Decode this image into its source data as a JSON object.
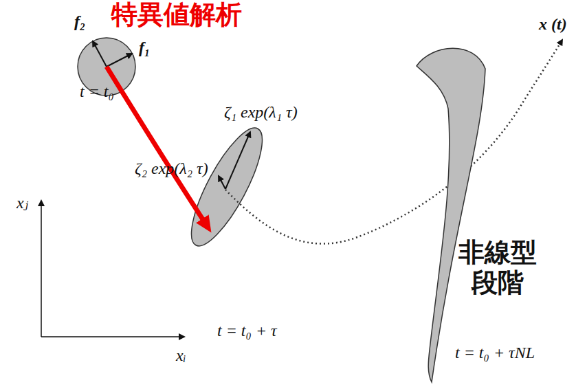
{
  "diagram": {
    "labels": [
      "特異値解析",
      "f₂",
      "f₁",
      "t = t₀",
      "x (t)",
      "ζ₁ exp(λ₁ τ)",
      "ζ₂ exp(λ₂ τ)",
      "xⱼ",
      "非線型段階",
      "t = t₀ + τ",
      "t = t₀ + τNL",
      "xᵢ"
    ]
  }
}
